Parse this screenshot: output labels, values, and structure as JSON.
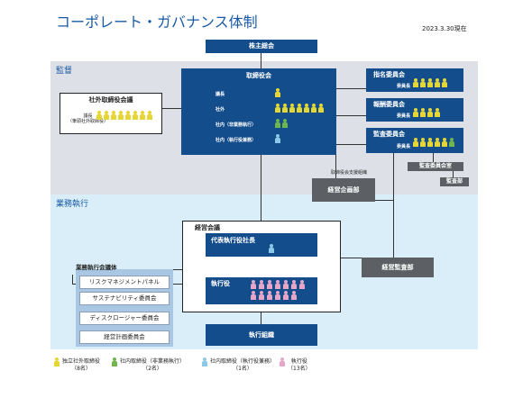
{
  "title": "コーポレート・ガバナンス体制",
  "date": "2023.3.30現在",
  "sections": {
    "supervision": "監督",
    "execution": "業務執行"
  },
  "shareholders": "株主総会",
  "board": {
    "title": "取締役会",
    "rows": [
      {
        "label": "議長",
        "type": "yl",
        "count": 1
      },
      {
        "label": "社外",
        "type": "yl",
        "count": 7
      },
      {
        "label": "社内（非業務執行）",
        "type": "gr",
        "count": 2
      },
      {
        "label": "社内（執行役兼務）",
        "type": "lb",
        "count": 1
      }
    ]
  },
  "outside_meeting": {
    "title": "社外取締役会議",
    "label1": "議長",
    "label2": "（筆頭社外取締役）",
    "count": 8
  },
  "committees": [
    {
      "title": "指名委員会",
      "label": "委員長",
      "type": "yl",
      "count": 5
    },
    {
      "title": "報酬委員会",
      "label": "委員長",
      "type": "yl",
      "count": 4
    },
    {
      "title": "監査委員会",
      "label": "委員長",
      "type": "yl",
      "count": 5,
      "extra": {
        "type": "gr",
        "count": 1
      }
    }
  ],
  "audit_office": "監査委員会室",
  "audit_dept": "監査部",
  "board_support": "取締役会支援組織",
  "planning_dept": "経営企画部",
  "mgmt_meeting": "経営会議",
  "ceo": "代表執行役社長",
  "officers": {
    "title": "執行役",
    "count": 13
  },
  "exec_org": "執行組織",
  "internal_audit": "経営監査部",
  "exec_bodies": {
    "title": "業務執行会議体",
    "items": [
      "リスクマネジメントパネル",
      "サステナビリティ委員会",
      "ディスクロージャー委員会",
      "経営計画委員会"
    ]
  },
  "legend": [
    {
      "type": "yl",
      "label": "独立社外取締役",
      "count": "（8名）"
    },
    {
      "type": "gr",
      "label": "社内取締役（非業務執行）",
      "count": "（2名）"
    },
    {
      "type": "lb",
      "label": "社内取締役（執行役兼務）",
      "count": "（1名）"
    },
    {
      "type": "pk",
      "label": "執行役",
      "count": "（13名）"
    }
  ],
  "colors": {
    "navy": "#144d8c",
    "gray": "#5c6065",
    "independent": "#e6d635",
    "non_exec": "#6fb64c",
    "exec_director": "#8cc9e6",
    "officer": "#e7a6c8"
  }
}
